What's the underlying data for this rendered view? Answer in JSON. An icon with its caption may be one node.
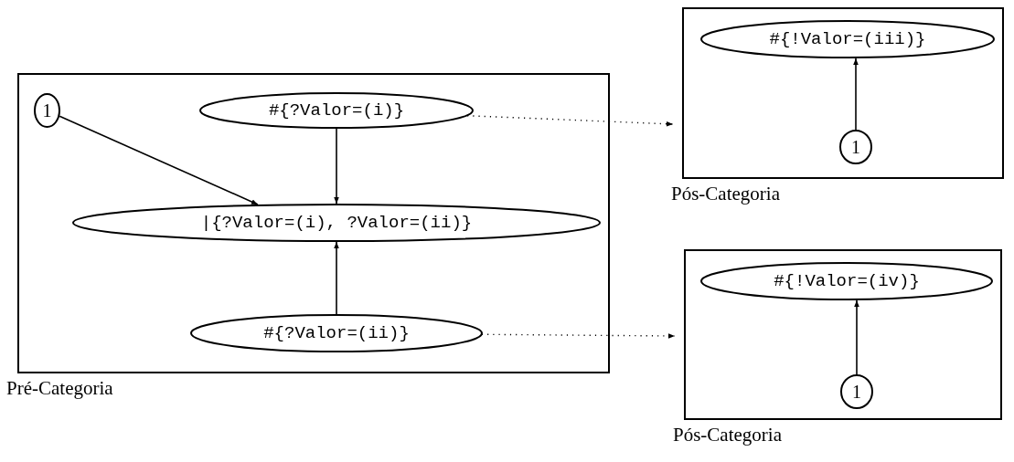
{
  "diagram": {
    "nodes": [
      {
        "text": [
          "Pré-Categoria"
        ]
      },
      {
        "text": [
          "1"
        ],
        "in": 0
      },
      {
        "text": [
          "#{?Valor=(i)}"
        ],
        "in": 0
      },
      {
        "text": [
          "|{?Valor=(i), ?Valor=(ii)}"
        ],
        "in": 0
      },
      {
        "text": [
          "#{?Valor=(ii)}"
        ],
        "in": 0
      },
      {
        "text": [
          "Pós-Categoria"
        ]
      },
      {
        "text": [
          "#{!Valor=(iii)}"
        ],
        "in": 5
      },
      {
        "text": [
          "1"
        ],
        "in": 5
      },
      {
        "text": [
          "Pós-Categoria"
        ]
      },
      {
        "text": [
          "#{!Valor=(iv)}"
        ],
        "in": 8
      },
      {
        "text": [
          "1"
        ],
        "in": 8
      }
    ],
    "edges": [
      {
        "from": 1,
        "to": 3,
        "arrow": "to"
      },
      {
        "from": 2,
        "to": 3,
        "arrow": "to"
      },
      {
        "from": 4,
        "to": 3,
        "arrow": "to"
      },
      {
        "from": 2,
        "to": 5,
        "arrow": "to",
        "style": "dashed"
      },
      {
        "from": 4,
        "to": 8,
        "arrow": "to",
        "style": "dashed"
      },
      {
        "from": 7,
        "to": 6,
        "arrow": "to"
      },
      {
        "from": 10,
        "to": 9,
        "arrow": "to"
      }
    ]
  }
}
